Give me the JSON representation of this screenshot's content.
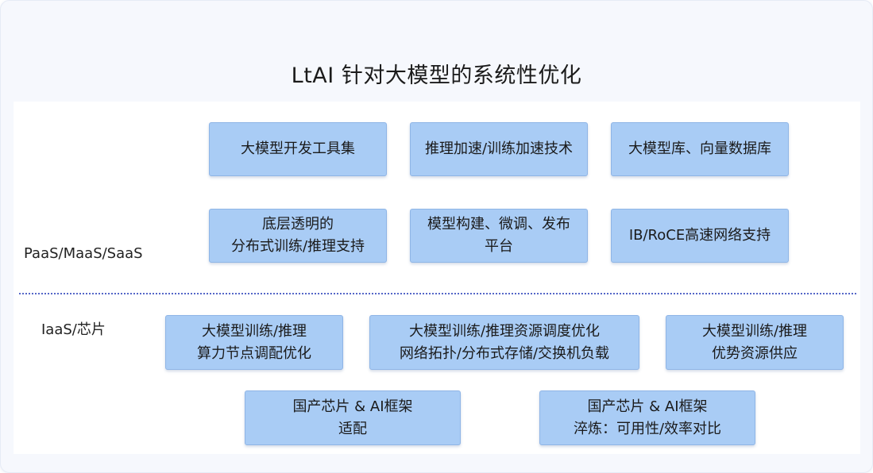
{
  "title": "LtAI 针对大模型的系统性优化",
  "layers": {
    "upper_label": "PaaS/MaaS/SaaS",
    "lower_label": "IaaS/芯片"
  },
  "upper_boxes": [
    {
      "lines": [
        "大模型开发工具集"
      ]
    },
    {
      "lines": [
        "推理加速/训练加速技术"
      ]
    },
    {
      "lines": [
        "大模型库、向量数据库"
      ]
    },
    {
      "lines": [
        "底层透明的",
        "分布式训练/推理支持"
      ]
    },
    {
      "lines": [
        "模型构建、微调、发布",
        "平台"
      ]
    },
    {
      "lines": [
        "IB/RoCE高速网络支持"
      ]
    }
  ],
  "lower_boxes": [
    {
      "lines": [
        "大模型训练/推理",
        "算力节点调配优化"
      ]
    },
    {
      "lines": [
        "大模型训练/推理资源调度优化",
        "网络拓扑/分布式存储/交换机负载"
      ]
    },
    {
      "lines": [
        "大模型训练/推理",
        "优势资源供应"
      ]
    },
    {
      "lines": [
        "国产芯片 & AI框架",
        "适配"
      ]
    },
    {
      "lines": [
        "国产芯片 & AI框架",
        "淬炼：可用性/效率对比"
      ]
    }
  ],
  "colors": {
    "box_fill": "#a9ccf5",
    "box_border": "#8fb5e6",
    "divider": "#5567c8",
    "background": "#f6f8fd"
  }
}
